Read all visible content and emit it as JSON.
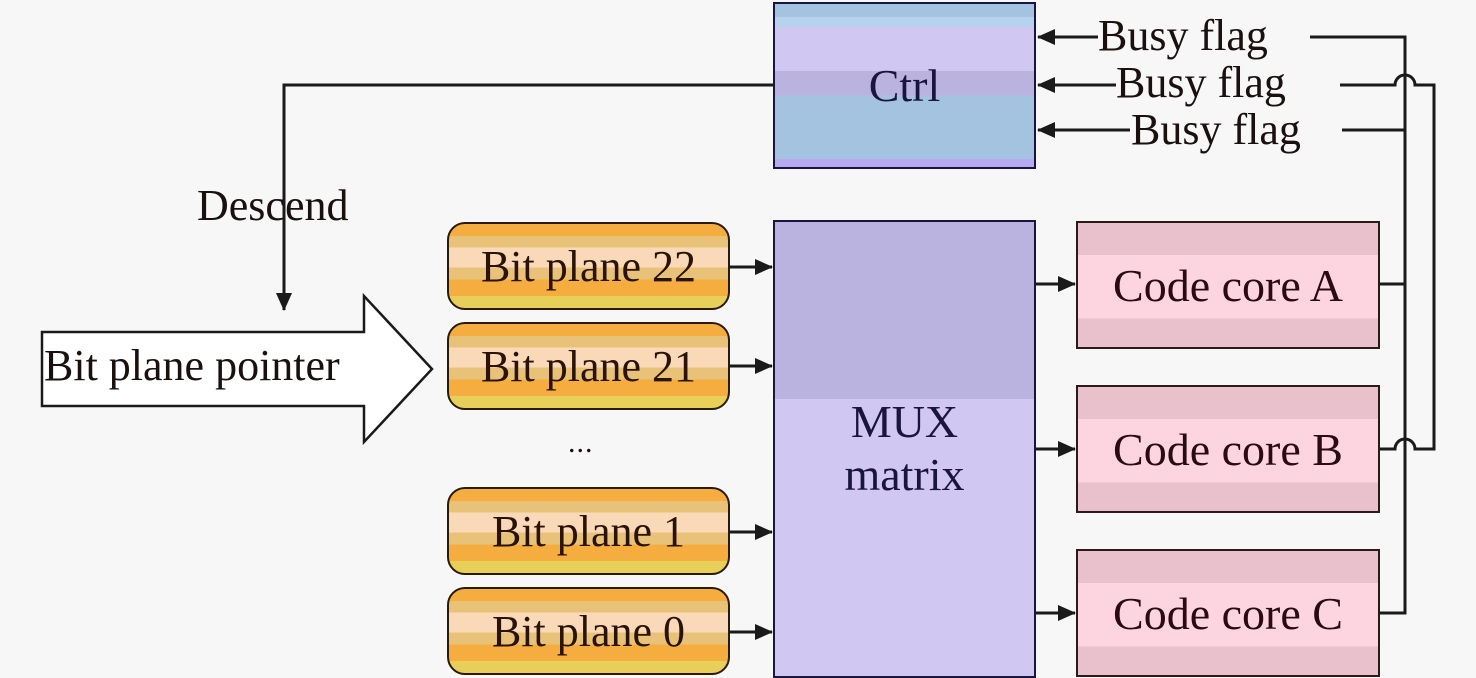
{
  "diagram": {
    "ctrl": {
      "label": "Ctrl"
    },
    "mux": {
      "line1": "MUX",
      "line2": "matrix"
    },
    "descend": {
      "label": "Descend"
    },
    "pointer": {
      "label": "Bit plane pointer"
    },
    "bit_planes": [
      {
        "label": "Bit plane 22"
      },
      {
        "label": "Bit plane 21"
      },
      {
        "label": "Bit plane 1"
      },
      {
        "label": "Bit plane 0"
      }
    ],
    "ellipsis": "...",
    "code_cores": [
      {
        "label": "Code core A"
      },
      {
        "label": "Code core B"
      },
      {
        "label": "Code core C"
      }
    ],
    "busy_flags": [
      {
        "label": "Busy flag"
      },
      {
        "label": "Busy flag"
      },
      {
        "label": "Busy flag"
      }
    ]
  }
}
